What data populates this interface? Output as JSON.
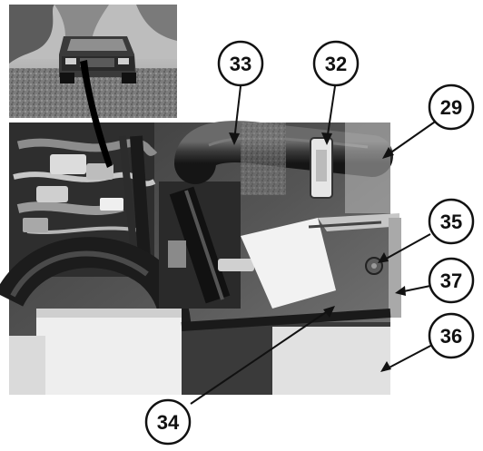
{
  "figure": {
    "callouts": [
      {
        "id": "33",
        "label": "33"
      },
      {
        "id": "32",
        "label": "32"
      },
      {
        "id": "29",
        "label": "29"
      },
      {
        "id": "35",
        "label": "35"
      },
      {
        "id": "37",
        "label": "37"
      },
      {
        "id": "36",
        "label": "36"
      },
      {
        "id": "34",
        "label": "34"
      }
    ],
    "inset_photo": {
      "subject": "vehicle-exterior-view"
    },
    "main_photo": {
      "subject": "engine-compartment-hoses-and-brackets"
    },
    "colors": {
      "ink": "#111111",
      "photo_dark": "#2a2a2a",
      "photo_mid": "#6e6e6e",
      "photo_light": "#c9c9c9",
      "paper": "#ffffff"
    }
  }
}
